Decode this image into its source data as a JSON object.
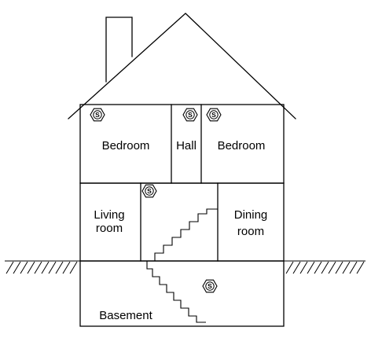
{
  "diagram": {
    "rooms": {
      "bedroom_left": "Bedroom",
      "hall": "Hall",
      "bedroom_right": "Bedroom",
      "living_room_line1": "Living",
      "living_room_line2": "room",
      "dining_room_line1": "Dining",
      "dining_room_line2": "room",
      "basement": "Basement"
    },
    "detector_symbol": "S",
    "detector_icon": "smoke-detector-icon"
  }
}
